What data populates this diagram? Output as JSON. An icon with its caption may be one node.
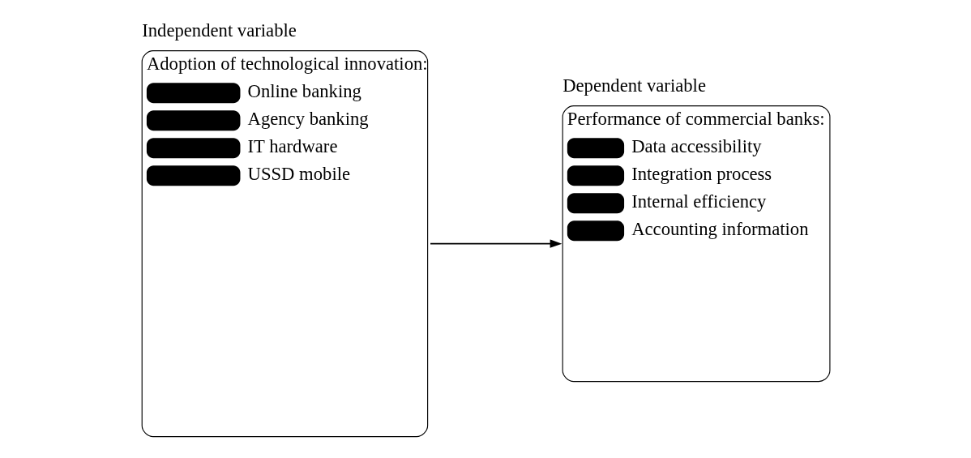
{
  "diagram": {
    "nodes": [
      {
        "text": [
          "Independent variable",
          "Adoption of technological innovation:",
          "Online banking",
          "Agency banking",
          "IT hardware",
          "USSD mobile"
        ]
      },
      {
        "text": [
          "Dependent variable",
          "Performance of commercial banks:",
          "Data accessibility",
          "Integration process",
          "Internal efficiency",
          "Accounting information"
        ]
      }
    ],
    "edges": [
      {
        "from": 0,
        "to": 1,
        "arrow": "to"
      }
    ]
  }
}
